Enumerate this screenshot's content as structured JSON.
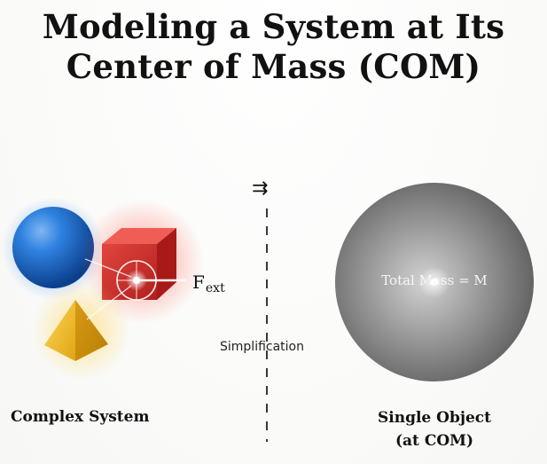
{
  "title": {
    "line1": "Modeling a System at Its",
    "line2": "Center of Mass (COM)"
  },
  "left_panel": {
    "caption": "Complex System",
    "force_symbol": "F",
    "force_subscript": "ext",
    "objects": [
      "blue-sphere",
      "red-cube",
      "yellow-pyramid"
    ]
  },
  "divider": {
    "arrow": "⇉",
    "label": "Simplification"
  },
  "right_panel": {
    "sphere_label": "Total Mass = M",
    "caption_line1": "Single Object",
    "caption_line2": "(at COM)"
  },
  "colors": {
    "sphere_blue": "#1f6fd0",
    "cube_red": "#d8342f",
    "pyramid_yellow": "#e8b21f",
    "com_sphere_gray": "#8a8a8a"
  }
}
